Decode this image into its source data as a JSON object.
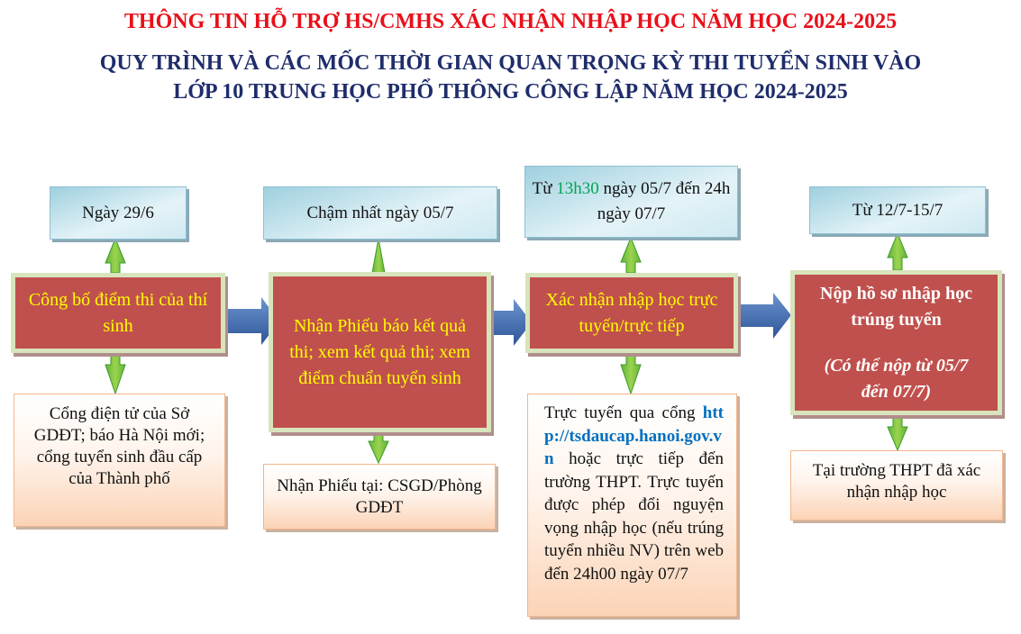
{
  "title_line1": "THÔNG TIN HỖ TRỢ HS/CMHS XÁC NHẬN NHẬP HỌC NĂM HỌC 2024-2025",
  "title_line2": "QUY TRÌNH VÀ CÁC MỐC THỜI GIAN QUAN TRỌNG KỲ THI TUYỂN SINH VÀO",
  "title_line3": "LỚP 10 TRUNG HỌC PHỔ THÔNG CÔNG LẬP NĂM HỌC 2024-2025",
  "steps": [
    {
      "date": "Ngày 29/6",
      "action": "Công bố điểm thi của thí sinh",
      "detail": "Cổng điện tử của Sở GDĐT; báo Hà Nội mới; cổng tuyển sinh đầu cấp của Thành phố"
    },
    {
      "date": "Chậm nhất ngày 05/7",
      "action": "Nhận Phiếu báo kết quả thi; xem kết quả thi; xem điểm chuẩn tuyển sinh",
      "detail": "Nhận Phiếu tại: CSGD/Phòng GDĐT"
    },
    {
      "date_pre": "Từ ",
      "date_time": "13h30",
      "date_post": " ngày 05/7 đến 24h ngày 07/7",
      "action": "Xác nhận nhập học trực tuyến/trực tiếp",
      "detail_pre": "Trực tuyến qua cổng ",
      "detail_link": "http://tsdaucap.hanoi.gov.vn",
      "detail_post": " hoặc trực tiếp đến trường THPT. Trực tuyến được phép đổi nguyện vọng nhập học (nếu trúng tuyển nhiều NV) trên web đến 24h00 ngày 07/7"
    },
    {
      "date": "Từ 12/7-15/7",
      "action": "Nộp hồ sơ nhập học trúng tuyển",
      "action_note": "(Có thể nộp từ 05/7 đến 07/7)",
      "detail": "Tại trường THPT đã xác nhận nhập học"
    }
  ],
  "colors": {
    "title_red": "#e8101a",
    "title_navy": "#1f2d6b",
    "box_red": "#c0504d",
    "text_yellow": "#ffff00",
    "time_green": "#00a651",
    "link_blue": "#0070c0"
  }
}
